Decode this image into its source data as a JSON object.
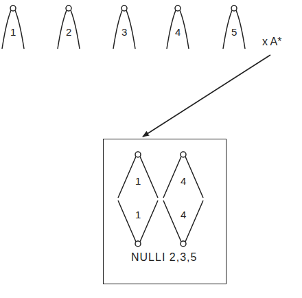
{
  "diagram": {
    "nodes": [
      {
        "text": [
          "1"
        ]
      },
      {
        "text": [
          "2"
        ]
      },
      {
        "text": [
          "3"
        ]
      },
      {
        "text": [
          "4"
        ]
      },
      {
        "text": [
          "5"
        ]
      },
      {
        "text": [
          "NULLI 2,3,5"
        ]
      },
      {
        "text": [
          "1",
          "1"
        ],
        "in": 5
      },
      {
        "text": [
          "4",
          "4"
        ],
        "in": 5
      }
    ],
    "labels": [
      "x A*"
    ]
  }
}
